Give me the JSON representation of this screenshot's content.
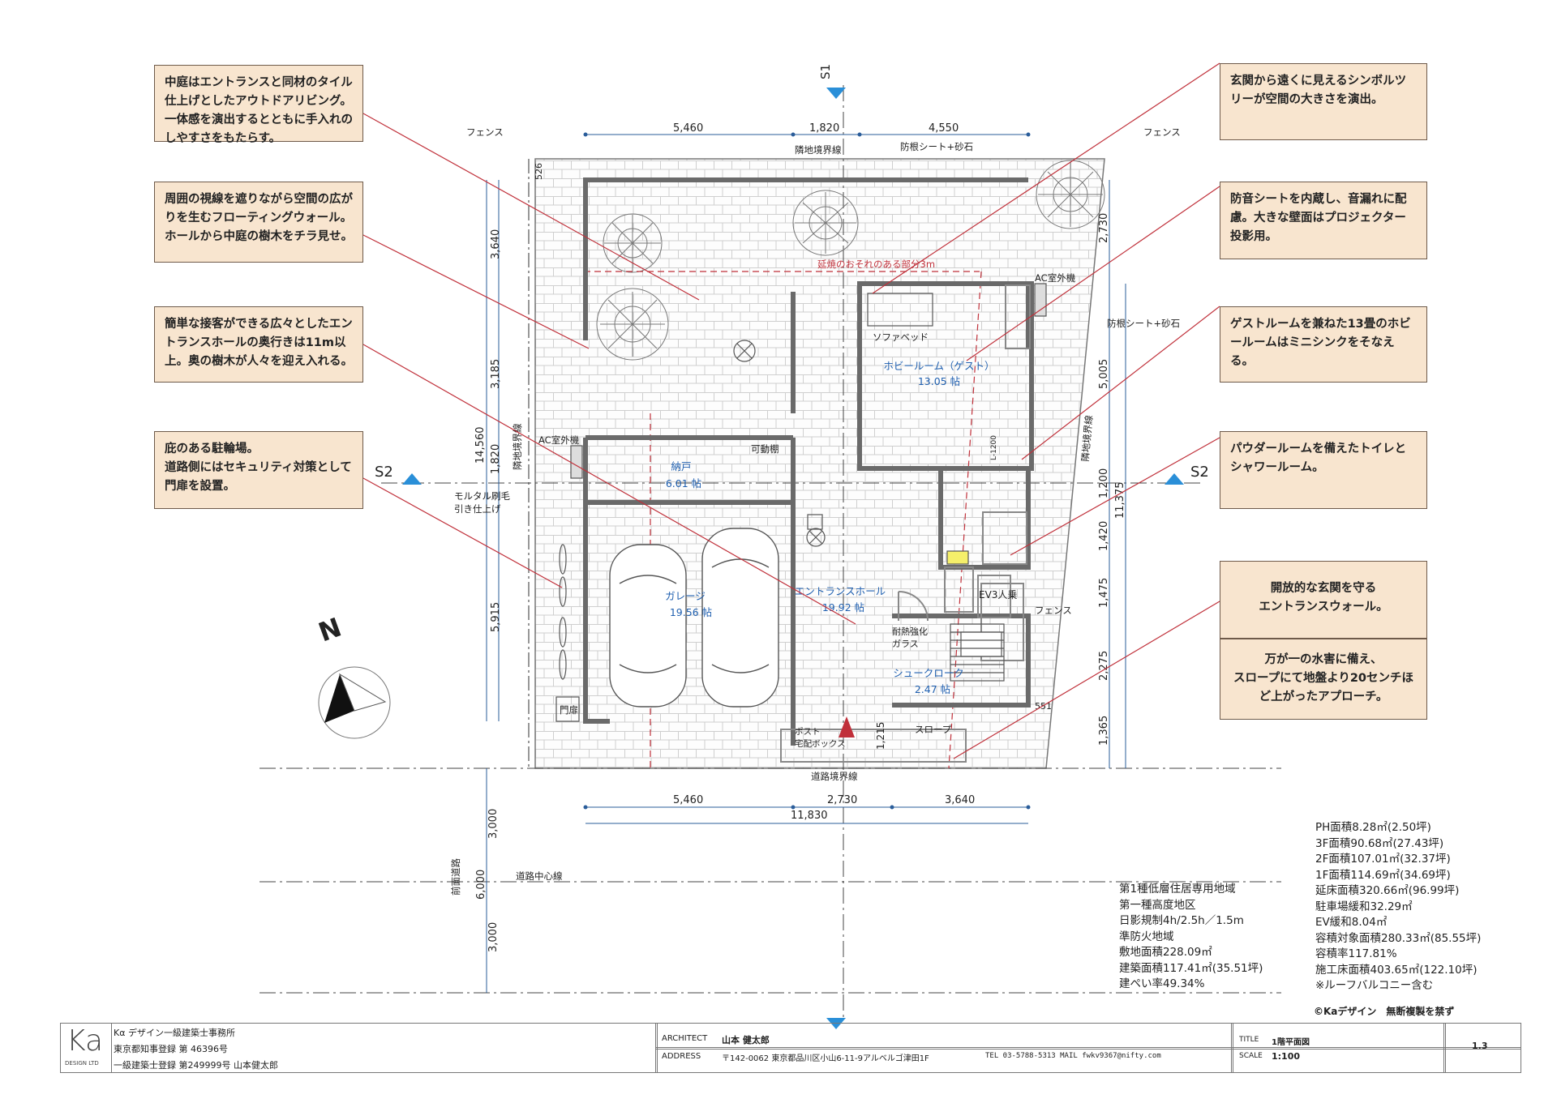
{
  "notes": [
    "中庭はエントランスと同材のタイル仕上げとしたアウトドアリビング。一体感を演出するとともに手入れのしやすさをもたらす。",
    "周囲の視線を遮りながら空間の広がりを生むフローティングウォール。ホールから中庭の樹木をチラ見せ。",
    "簡単な接客ができる広々としたエントランスホールの奥行きは11m以上。奥の樹木が人々を迎え入れる。",
    "庇のある駐輪場。\n道路側にはセキュリティ対策として門扉を設置。",
    "玄関から遠くに見えるシンボルツリーが空間の大きさを演出。",
    "防音シートを内蔵し、音漏れに配慮。大きな壁面はプロジェクター投影用。",
    "ゲストルームを兼ねた13畳のホビールームはミニシンクをそなえる。",
    "パウダールームを備えたトイレとシャワールーム。",
    "開放的な玄関を守る\nエントランスウォール。",
    "万が一の水害に備え、\nスロープにて地盤より20センチほど上がったアプローチ。"
  ],
  "section_marks": {
    "s1": "S1",
    "s2": "S2",
    "north": "N"
  },
  "dimensions": {
    "top": [
      "5,460",
      "1,820",
      "4,550"
    ],
    "bottom": [
      "5,460",
      "2,730",
      "3,640"
    ],
    "bottom_total": "11,830",
    "left": [
      "3,640",
      "3,185",
      "1,820",
      "5,915"
    ],
    "left_total": "14,560",
    "right": [
      "2,730",
      "5,005",
      "1,200",
      "1,420",
      "1,475",
      "2,275",
      "1,365"
    ],
    "right_total": "11,375",
    "road": [
      "3,000",
      "6,000",
      "3,000"
    ],
    "misc": [
      "526",
      "551",
      "1,215"
    ]
  },
  "labels": {
    "fence_left": "フェンス",
    "fence_right": "フェンス",
    "fence_inner": "フェンス",
    "boundary_top": "隣地境界線",
    "boundary_left": "隣地境界線",
    "boundary_right": "隣地境界線",
    "road_boundary": "道路境界線",
    "road_center": "道路中心線",
    "front_road": "前面道路",
    "soundproof_top": "防根シート+砂石",
    "soundproof_right": "防根シート+砂石",
    "fire_spread": "延焼のおそれのある部分3m",
    "ac_left": "AC室外機",
    "ac_right": "AC室外機",
    "shelf": "可動棚",
    "mortar": "モルタル刷毛\n引き仕上げ",
    "gate": "門扉",
    "post": "ポスト\n宅配ボックス",
    "slope": "スロープ",
    "glass": "耐熱強化\nガラス",
    "ev": "EV3人乗",
    "sofa": "ソファベッド",
    "sink": "L-1200"
  },
  "rooms": {
    "hobby": {
      "name": "ホビールーム（ゲスト）",
      "area": "13.05 帖"
    },
    "storage": {
      "name": "納戸",
      "area": "6.01 帖"
    },
    "garage": {
      "name": "ガレージ",
      "area": "19.56 帖"
    },
    "hall": {
      "name": "エントランスホール",
      "area": "19.92 帖"
    },
    "shoe": {
      "name": "シュークローク",
      "area": "2.47 帖"
    }
  },
  "zoning": "第1種低層住居専用地域\n第一種高度地区\n日影規制4h/2.5h／1.5m\n準防火地域\n敷地面積228.09㎡\n建築面積117.41㎡(35.51坪)\n建ぺい率49.34%",
  "areas": "PH面積8.28㎡(2.50坪)\n3F面積90.68㎡(27.43坪)\n2F面積107.01㎡(32.37坪)\n1F面積114.69㎡(34.69坪)\n延床面積320.66㎡(96.99坪)\n駐車場緩和32.29㎡\nEV緩和8.04㎡\n容積対象面積280.33㎡(85.55坪)\n容積率117.81%\n施工床面積403.65㎡(122.10坪)\n※ルーフバルコニー含む",
  "copyright": "©Kaデザイン　無断複製を禁ず",
  "title_block": {
    "logo": "Ka",
    "logo_sub": "DESIGN LTD",
    "firm": "Kα デザイン一級建築士事務所",
    "reg1": "東京都知事登録 第 46396号",
    "reg2": "一級建築士登録 第249999号 山本健太郎",
    "architect_label": "ARCHITECT",
    "architect": "山本 健太郎",
    "address_label": "ADDRESS",
    "address": "〒142-0062 東京都品川区小山6-11-9アルベルゴ津田1F",
    "tel": "TEL 03-5788-5313 MAIL fwkv9367@nifty.com",
    "title_label": "TITLE",
    "title": "1階平面図",
    "scale_label": "SCALE",
    "scale": "1:100",
    "sheet": "1.3"
  },
  "colors": {
    "note_bg": "#f8e5cf",
    "leader": "#c0303a",
    "room_text": "#2060b0",
    "marker": "#2a8fd8",
    "wall": "#6a6a6a"
  }
}
